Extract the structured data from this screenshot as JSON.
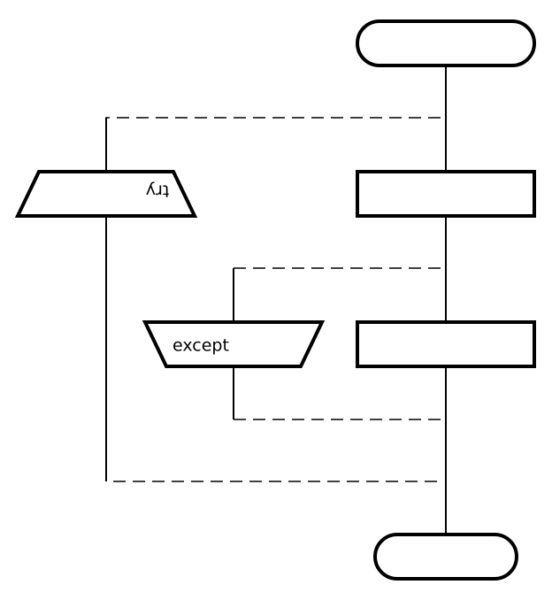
{
  "diagram": {
    "type": "flowchart",
    "nodes": {
      "start_terminal": {
        "shape": "terminal",
        "label": ""
      },
      "try_process": {
        "shape": "process",
        "label": ""
      },
      "try_block": {
        "shape": "trapezoid",
        "label": "try",
        "label_rotated_180": true
      },
      "except_process": {
        "shape": "process",
        "label": ""
      },
      "except_block": {
        "shape": "trapezoid",
        "label": "except"
      },
      "end_terminal": {
        "shape": "terminal",
        "label": ""
      }
    },
    "colors": {
      "stroke": "#000000",
      "fill": "#ffffff",
      "background": "#ffffff"
    }
  }
}
